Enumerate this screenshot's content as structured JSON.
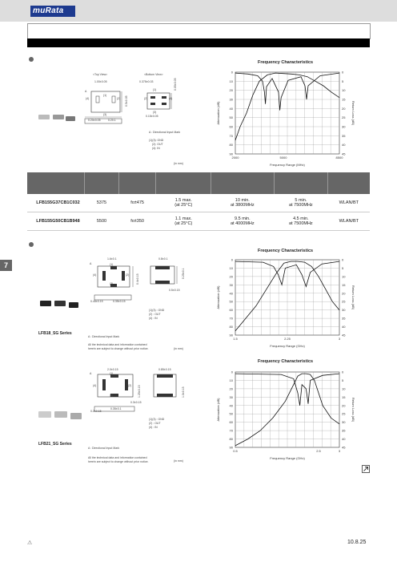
{
  "header": {
    "logo": "muRata"
  },
  "section1": {
    "top_view": "<Top View>",
    "bottom_view": "<Bottom View>",
    "dim_top_a": "1.00±0.05",
    "dim_top_b": "0.20±0.05",
    "dim_top_c": "0.20.1",
    "dim_top_d": "0.5±0.05",
    "dim_bot_a": "0.375±0.03",
    "dim_bot_b": "0.15±0.05",
    "dim_bot_h": "0.05±0.05",
    "pin1": "(1)",
    "pin2": "(2)",
    "pin3": "(3)",
    "pin4": "(4)",
    "mark_a": "A",
    "mark_note": "A : Directional Input Mark",
    "pins_note1": "(1)(3): GND",
    "pins_note2": "(2): OUT",
    "pins_note3": "(4): IN",
    "unit": "(in mm)",
    "chart_title": "Frequency Characteristics",
    "ylabel_left": "Attenuation (dB)",
    "ylabel_right": "Return Loss (dB)",
    "xlabel": "Frequency Range (MHz)"
  },
  "table": {
    "rows": [
      {
        "pn": "LFB155G37CB1C032",
        "c1": "5375",
        "c2": "fo±475",
        "c3a": "1.5 max.",
        "c3b": "(at 25°C)",
        "c4a": "10 min.",
        "c4b": "at 3800MHz",
        "c5a": "5 min.",
        "c5b": "at 7500MHz",
        "c6": "WLAN/BT"
      },
      {
        "pn": "LFB155G50CB1B948",
        "c1": "5500",
        "c2": "fo±350",
        "c3a": "1.1 max.",
        "c3b": "(at 25°C)",
        "c4a": "9.5 min.",
        "c4b": "at 4000MHz",
        "c5a": "4.5 min.",
        "c5b": "at 7500MHz",
        "c6": "WLAN/BT"
      }
    ]
  },
  "section_tab": "7",
  "section2": {
    "lfb18": {
      "series": "LFB18_SG Series",
      "dim_a": "1.6±0.1",
      "dim_b": "0.8±0.1",
      "dim_c": "0.4±0.15",
      "dim_d": "0.45±0.15",
      "dim_e": "0.35±0.15",
      "dim_f": "0.5±0.15",
      "dim_g": "0.25±0.1",
      "pin1": "(1)",
      "pin2": "(2)",
      "pin3": "(3)",
      "pin4": "(4)",
      "mark_a": "A",
      "pins_note1": "(1)(3) : GND",
      "pins_note2": "(2) : OUT",
      "pins_note3": "(4) : IN",
      "mark_note": "A : Directional Input Mark",
      "disclaimer1": "All the technical data and information contained",
      "disclaimer2": "herein are subject to change without prior notice.",
      "unit": "(in mm)",
      "chart_title": "Frequency Characteristics",
      "ylabel_left": "Attenuation (dB)",
      "ylabel_right": "Return Loss (dB)",
      "xlabel": "Frequency Range (GHz)"
    },
    "lfb21": {
      "series": "LFB21_SG Series",
      "dim_a": "2.0±0.15",
      "dim_b": "0.85±0.15",
      "dim_c": "1.25±0.15",
      "dim_d": "0.2±0.15",
      "dim_e": "0.35±0.1",
      "dim_f": "0.3±0.15",
      "dim_g": "1.0±0.15",
      "pin1": "(1)",
      "pin2": "(2)",
      "pin3": "(3)",
      "pin4": "(4)",
      "mark_a": "A",
      "pins_note1": "(1)(3) : GND",
      "pins_note2": "(2) : OUT",
      "pins_note3": "(4) : IN",
      "mark_note": "A : Directional Input Mark",
      "disclaimer1": "All the technical data and information contained",
      "disclaimer2": "herein are subject to change without prior notice.",
      "unit": "(in mm)",
      "chart_title": "Frequency Characteristics",
      "ylabel_left": "Attenuation (dB)",
      "ylabel_right": "Return Loss (dB)",
      "xlabel": "Frequency Range (GHz)"
    }
  },
  "footer": {
    "date": "10.8.25",
    "warn_symbol": "⚠"
  },
  "colors": {
    "brand": "#1d3a8f",
    "bar": "#000000",
    "header_band": "#dddddd",
    "table_head": "#666666"
  },
  "chart_data": [
    {
      "type": "line",
      "title": "Frequency Characteristics",
      "xlabel": "Frequency Range (MHz)",
      "ylabel": "Attenuation (dB)",
      "y2label": "Return Loss (dB)",
      "xlim": [
        2000,
        8500
      ],
      "ylim": [
        0,
        90
      ],
      "y2lim": [
        0,
        45
      ],
      "x_ticks": [
        2000,
        5000,
        8500
      ],
      "y_ticks": [
        0,
        10,
        20,
        30,
        40,
        50,
        60,
        70,
        80,
        90
      ],
      "y2_ticks": [
        0,
        5,
        10,
        15,
        20,
        25,
        30,
        35,
        40,
        45
      ],
      "grid": true,
      "series": [
        {
          "values": [
            [
              2000,
              75
            ],
            [
              2300,
              60
            ],
            [
              2700,
              45
            ],
            [
              3100,
              25
            ],
            [
              3500,
              10
            ],
            [
              4000,
              3
            ],
            [
              4500,
              1
            ],
            [
              5000,
              1.5
            ],
            [
              5500,
              2
            ],
            [
              6000,
              3
            ],
            [
              6500,
              5
            ],
            [
              7000,
              10
            ],
            [
              7500,
              15
            ],
            [
              8000,
              22
            ],
            [
              8500,
              28
            ]
          ]
        },
        {
          "values": [
            [
              2000,
              1
            ],
            [
              2800,
              2
            ],
            [
              3400,
              4
            ],
            [
              3700,
              10
            ],
            [
              3820,
              22
            ],
            [
              3880,
              35
            ],
            [
              3950,
              16
            ],
            [
              4300,
              7
            ],
            [
              4700,
              22
            ],
            [
              4780,
              42
            ],
            [
              4860,
              28
            ],
            [
              5300,
              9
            ],
            [
              6100,
              5
            ],
            [
              6350,
              15
            ],
            [
              6450,
              30
            ],
            [
              6550,
              15
            ],
            [
              7300,
              4
            ],
            [
              8500,
              1
            ]
          ]
        }
      ]
    },
    {
      "type": "line",
      "title": "Frequency Characteristics",
      "xlabel": "Frequency Range (GHz)",
      "ylabel": "Attenuation (dB)",
      "y2label": "Return Loss (dB)",
      "xlim": [
        1.5,
        3.0
      ],
      "ylim": [
        0,
        90
      ],
      "y2lim": [
        0,
        45
      ],
      "x_ticks": [
        1.5,
        2.25,
        3.0
      ],
      "y_ticks": [
        0,
        10,
        20,
        30,
        40,
        50,
        60,
        70,
        80,
        90
      ],
      "y2_ticks": [
        0,
        5,
        10,
        15,
        20,
        25,
        30,
        35,
        40,
        45
      ],
      "grid": true,
      "series": [
        {
          "values": [
            [
              1.5,
              85
            ],
            [
              1.65,
              70
            ],
            [
              1.8,
              55
            ],
            [
              1.95,
              35
            ],
            [
              2.1,
              15
            ],
            [
              2.2,
              4
            ],
            [
              2.3,
              2
            ],
            [
              2.4,
              2
            ],
            [
              2.5,
              3
            ],
            [
              2.6,
              8
            ],
            [
              2.7,
              20
            ],
            [
              2.8,
              35
            ],
            [
              2.9,
              50
            ],
            [
              3.0,
              60
            ]
          ]
        },
        {
          "values": [
            [
              1.5,
              2
            ],
            [
              1.9,
              3
            ],
            [
              2.05,
              8
            ],
            [
              2.12,
              18
            ],
            [
              2.17,
              30
            ],
            [
              2.22,
              10
            ],
            [
              2.38,
              6
            ],
            [
              2.46,
              18
            ],
            [
              2.52,
              32
            ],
            [
              2.58,
              15
            ],
            [
              2.75,
              5
            ],
            [
              3.0,
              2
            ]
          ]
        }
      ]
    },
    {
      "type": "line",
      "title": "Frequency Characteristics",
      "xlabel": "Frequency Range (GHz)",
      "ylabel": "Attenuation (dB)",
      "y2label": "Return Loss (dB)",
      "xlim": [
        0.5,
        3.0
      ],
      "ylim": [
        0,
        90
      ],
      "y2lim": [
        0,
        45
      ],
      "x_ticks": [
        0.5,
        2.5,
        3.0
      ],
      "y_ticks": [
        0,
        10,
        20,
        30,
        40,
        50,
        60,
        70,
        80,
        90
      ],
      "y2_ticks": [
        0,
        5,
        10,
        15,
        20,
        25,
        30,
        35,
        40,
        45
      ],
      "grid": true,
      "series": [
        {
          "values": [
            [
              0.5,
              88
            ],
            [
              0.8,
              80
            ],
            [
              1.1,
              70
            ],
            [
              1.4,
              55
            ],
            [
              1.7,
              35
            ],
            [
              1.9,
              15
            ],
            [
              2.0,
              5
            ],
            [
              2.1,
              2
            ],
            [
              2.2,
              2
            ],
            [
              2.3,
              3
            ],
            [
              2.4,
              10
            ],
            [
              2.5,
              25
            ],
            [
              2.6,
              40
            ],
            [
              2.8,
              55
            ],
            [
              3.0,
              62
            ]
          ]
        },
        {
          "values": [
            [
              0.5,
              2
            ],
            [
              1.6,
              3
            ],
            [
              1.9,
              8
            ],
            [
              2.0,
              25
            ],
            [
              2.05,
              40
            ],
            [
              2.1,
              15
            ],
            [
              2.2,
              20
            ],
            [
              2.25,
              38
            ],
            [
              2.3,
              10
            ],
            [
              2.6,
              4
            ],
            [
              3.0,
              2
            ]
          ]
        }
      ]
    }
  ]
}
